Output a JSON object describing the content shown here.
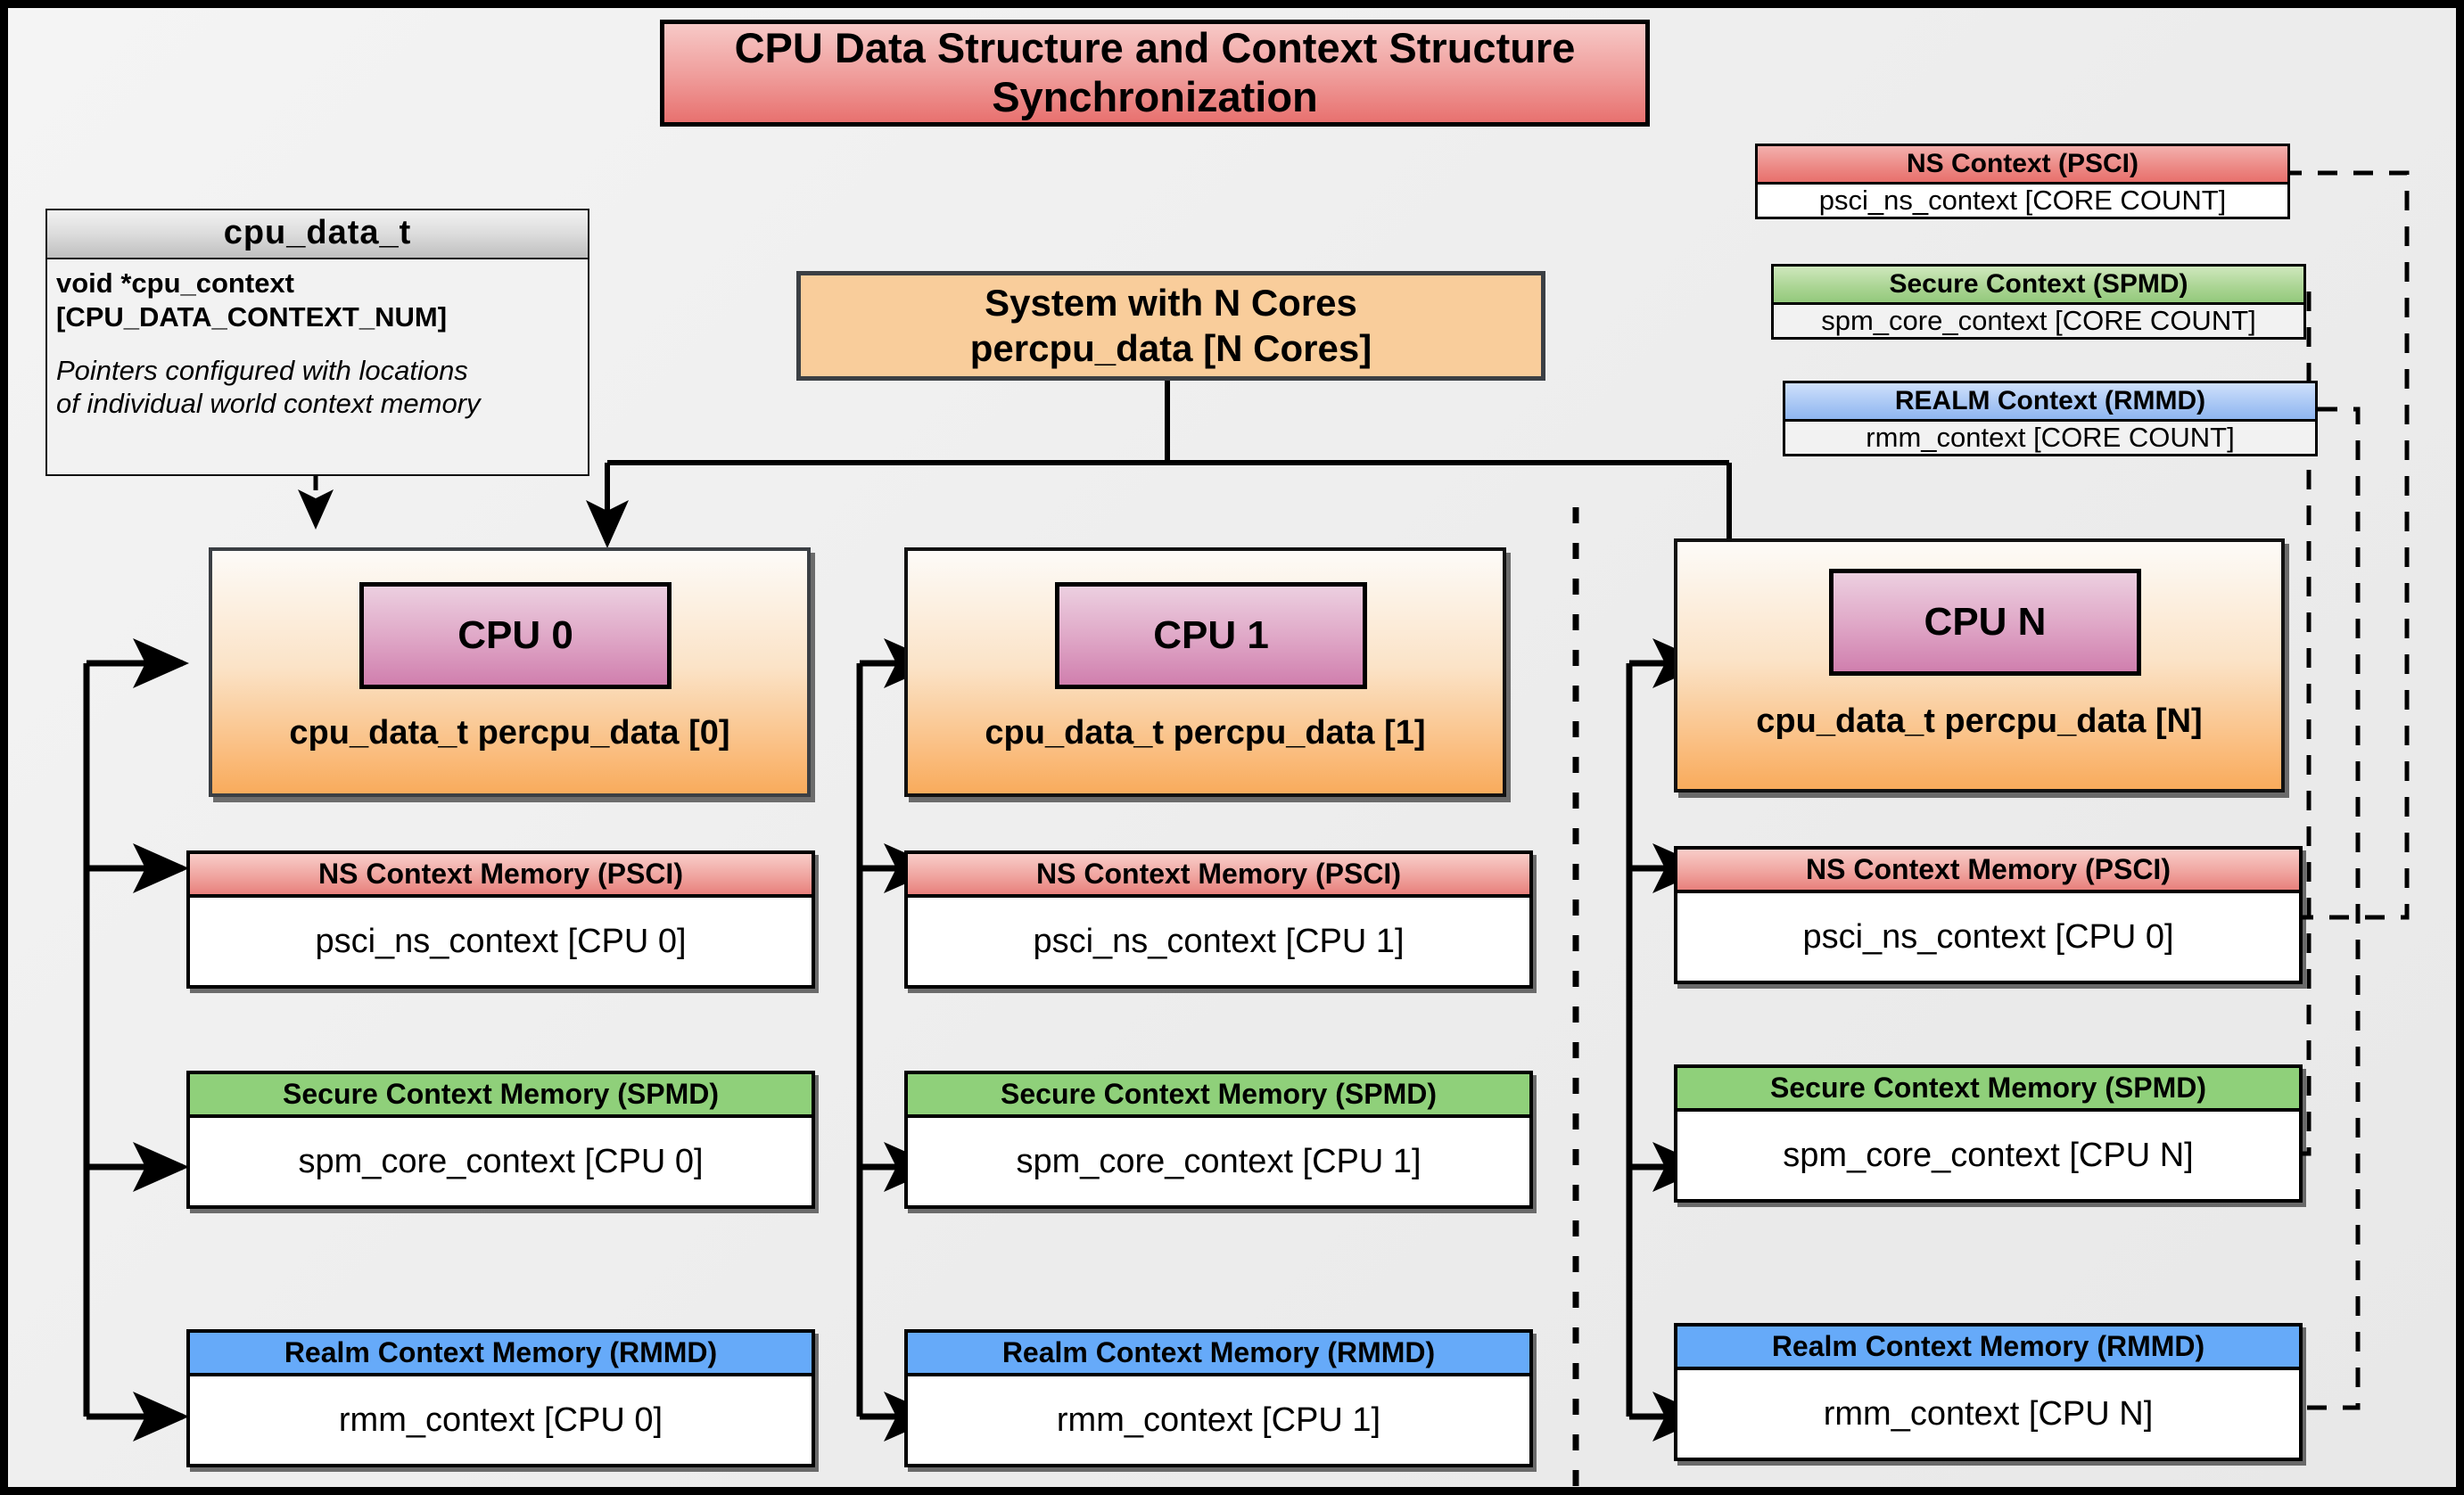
{
  "title": {
    "line1": "CPU Data Structure and Context Structure",
    "line2": "Synchronization"
  },
  "struct": {
    "name": "cpu_data_t",
    "field": "void  *cpu_context",
    "field_index": "[CPU_DATA_CONTEXT_NUM]",
    "note_line1": "Pointers configured with locations",
    "note_line2": "of individual world context memory"
  },
  "system": {
    "line1": "System with N Cores",
    "line2": "percpu_data [N Cores]"
  },
  "global_contexts": [
    {
      "header": "NS Context  (PSCI)",
      "body": "psci_ns_context [CORE COUNT]",
      "color": "#e8706c"
    },
    {
      "header": "Secure Context (SPMD)",
      "body": "spm_core_context [CORE COUNT]",
      "color": "#94c97c"
    },
    {
      "header": "REALM Context (RMMD)",
      "body": "rmm_context [CORE COUNT]",
      "color": "#8fb6f0"
    }
  ],
  "columns": [
    {
      "chip": "CPU 0",
      "caption": "cpu_data_t percpu_data [0]",
      "contexts": [
        {
          "header": "NS Context Memory (PSCI)",
          "body": "psci_ns_context [CPU 0]"
        },
        {
          "header": "Secure Context Memory (SPMD)",
          "body": "spm_core_context [CPU 0]"
        },
        {
          "header": "Realm Context Memory (RMMD)",
          "body": "rmm_context [CPU 0]"
        }
      ]
    },
    {
      "chip": "CPU 1",
      "caption": "cpu_data_t percpu_data [1]",
      "contexts": [
        {
          "header": "NS Context Memory (PSCI)",
          "body": "psci_ns_context [CPU 1]"
        },
        {
          "header": "Secure Context Memory (SPMD)",
          "body": "spm_core_context [CPU 1]"
        },
        {
          "header": "Realm Context Memory (RMMD)",
          "body": "rmm_context [CPU 1]"
        }
      ]
    },
    {
      "chip": "CPU N",
      "caption": "cpu_data_t percpu_data [N]",
      "contexts": [
        {
          "header": "NS Context Memory (PSCI)",
          "body": "psci_ns_context [CPU 0]"
        },
        {
          "header": "Secure Context Memory (SPMD)",
          "body": "spm_core_context [CPU N]"
        },
        {
          "header": "Realm Context Memory (RMMD)",
          "body": "rmm_context [CPU N]"
        }
      ]
    }
  ],
  "colors": {
    "ns": "#e8706c",
    "secure": "#8fd07a",
    "realm": "#66aaf9",
    "cpu_fill": "#f9ab5c",
    "chip_fill": "#d07fae",
    "canvas": "#ececec",
    "frame": "#000000"
  }
}
